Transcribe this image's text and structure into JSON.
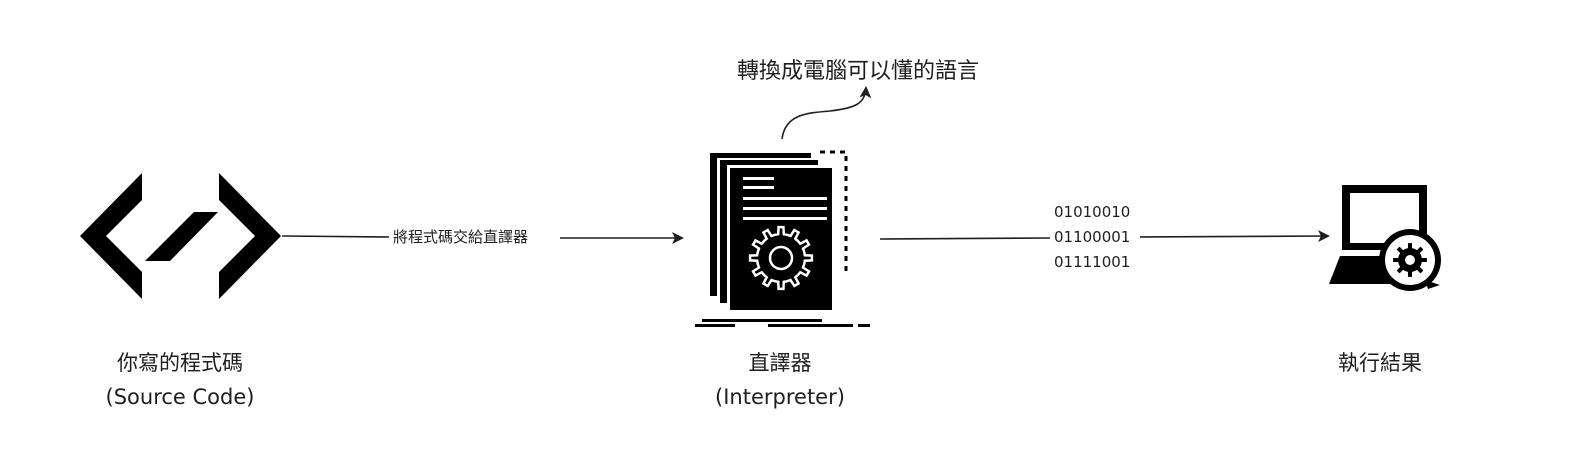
{
  "nodes": {
    "source": {
      "title": "你寫的程式碼",
      "subtitle": "(Source Code)",
      "icon": "code-brackets-icon"
    },
    "interpreter": {
      "title": "直譯器",
      "subtitle": "(Interpreter)",
      "icon": "document-gear-icon"
    },
    "result": {
      "title": "執行結果",
      "icon": "laptop-gear-icon"
    }
  },
  "edges": {
    "source_to_interpreter": {
      "label": "將程式碼交給直譯器"
    },
    "interpreter_to_result": {
      "bits": [
        "01010010",
        "01100001",
        "01111001"
      ]
    }
  },
  "annotation": {
    "text": "轉換成電腦可以懂的語言"
  },
  "colors": {
    "ink": "#000000",
    "line": "#1e1e1e",
    "background": "#ffffff"
  }
}
